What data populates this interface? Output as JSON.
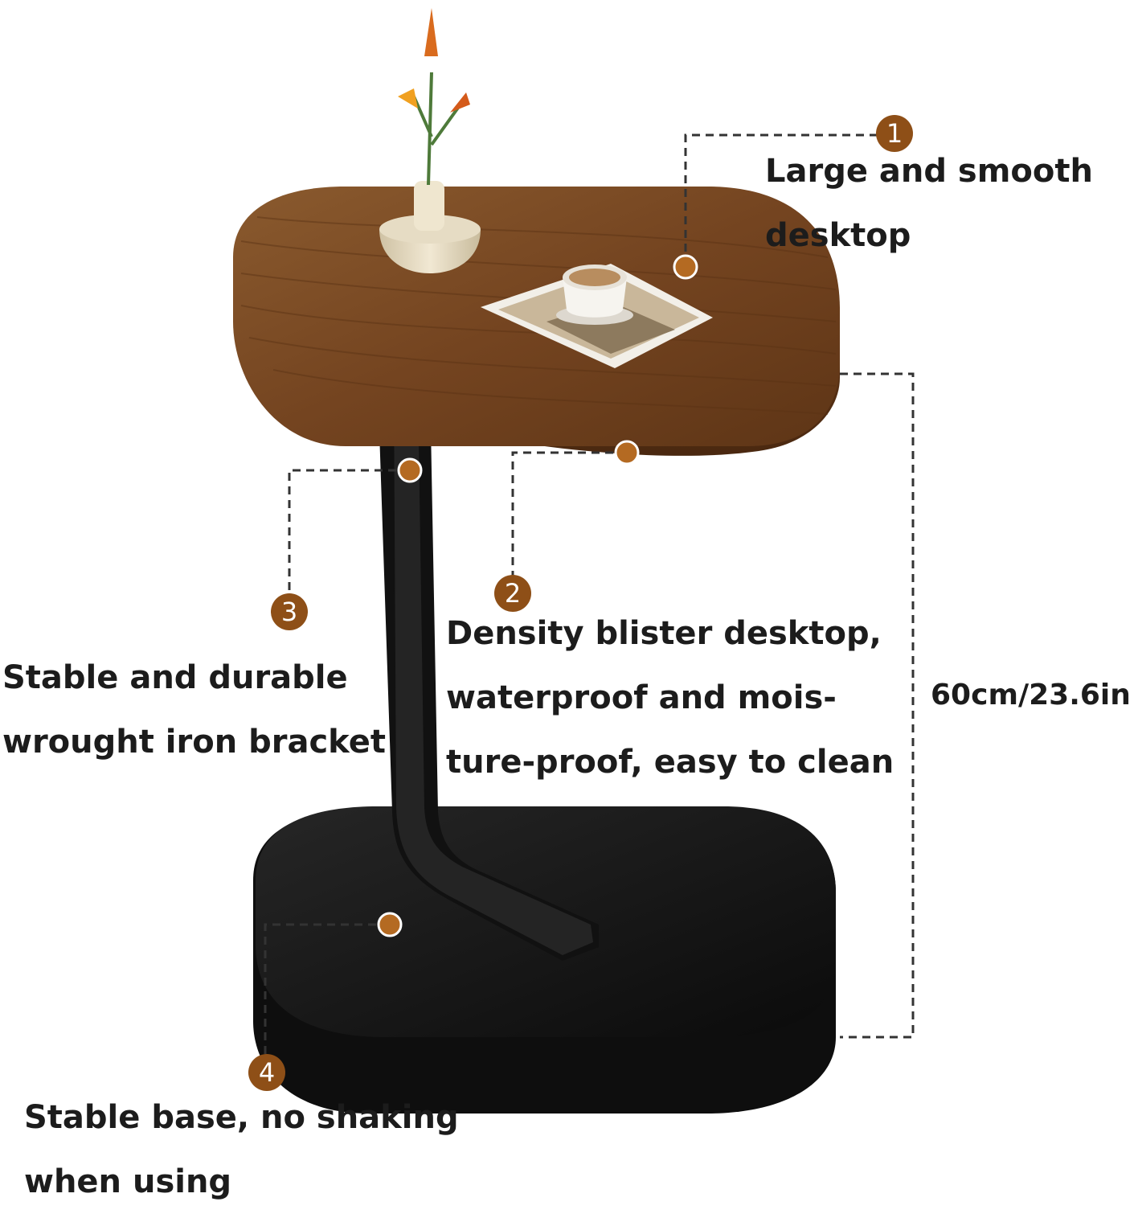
{
  "colors": {
    "accent": "#8e4f17",
    "wood": "#7a4a22",
    "metal": "#141414",
    "leader": "#333333"
  },
  "callouts": [
    {
      "number": "1",
      "lines": [
        "Large and smooth",
        "desktop"
      ]
    },
    {
      "number": "2",
      "lines": [
        "Density blister desktop,",
        "waterproof and mois-",
        "ture-proof, easy to clean"
      ]
    },
    {
      "number": "3",
      "lines": [
        "Stable and durable",
        "wrought iron bracket"
      ]
    },
    {
      "number": "4",
      "lines": [
        "Stable base, no shaking",
        "when using"
      ]
    }
  ],
  "dimension": {
    "height_label": "60cm/23.6in"
  },
  "icons": {
    "badge_shape": "circle-number-icon",
    "anchor": "orange-dot-icon"
  }
}
